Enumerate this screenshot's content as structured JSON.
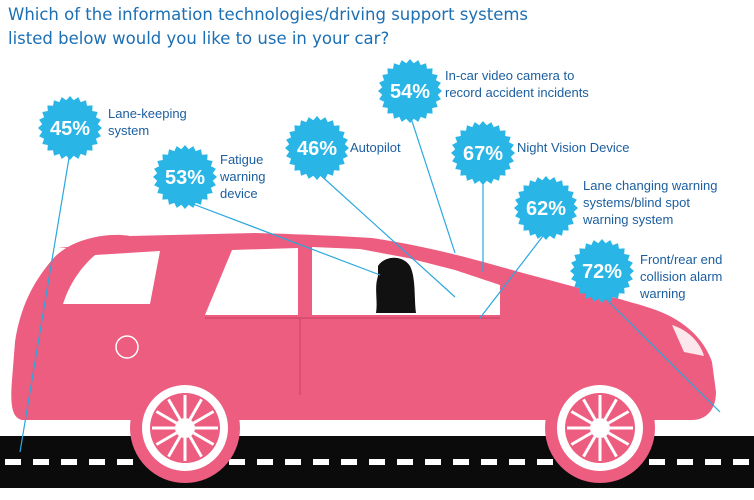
{
  "question": {
    "line1": "Which of the information technologies/driving support systems",
    "line2": "listed below would you like to use in your car?"
  },
  "colors": {
    "title": "#1c6fb3",
    "badge": "#29b5e6",
    "car": "#ec5d80",
    "road": "#0b0b0b",
    "label": "#1c5fa0",
    "window": "#ffffff",
    "silhouette": "#111111"
  },
  "icons": {
    "badge": "scalloped-badge-icon",
    "car": "car-icon",
    "driver": "driver-silhouette-icon",
    "road": "road-icon"
  },
  "chart_data": {
    "type": "bar",
    "title": "Which of the information technologies/driving support systems listed below would you like to use in your car?",
    "unit": "%",
    "items": [
      {
        "key": "lane_keeping",
        "pct": "45%",
        "value": 45,
        "label_lines": [
          "Lane-keeping",
          "system"
        ]
      },
      {
        "key": "fatigue",
        "pct": "53%",
        "value": 53,
        "label_lines": [
          "Fatigue",
          "warning",
          "device"
        ]
      },
      {
        "key": "autopilot",
        "pct": "46%",
        "value": 46,
        "label_lines": [
          "Autopilot"
        ]
      },
      {
        "key": "video_camera",
        "pct": "54%",
        "value": 54,
        "label_lines": [
          "In-car video camera to",
          "record accident incidents"
        ]
      },
      {
        "key": "night_vision",
        "pct": "67%",
        "value": 67,
        "label_lines": [
          "Night Vision Device"
        ]
      },
      {
        "key": "lane_changing",
        "pct": "62%",
        "value": 62,
        "label_lines": [
          "Lane changing warning",
          "systems/blind spot",
          "warning system"
        ]
      },
      {
        "key": "collision",
        "pct": "72%",
        "value": 72,
        "label_lines": [
          "Front/rear end",
          "collision alarm",
          "warning"
        ]
      }
    ]
  }
}
